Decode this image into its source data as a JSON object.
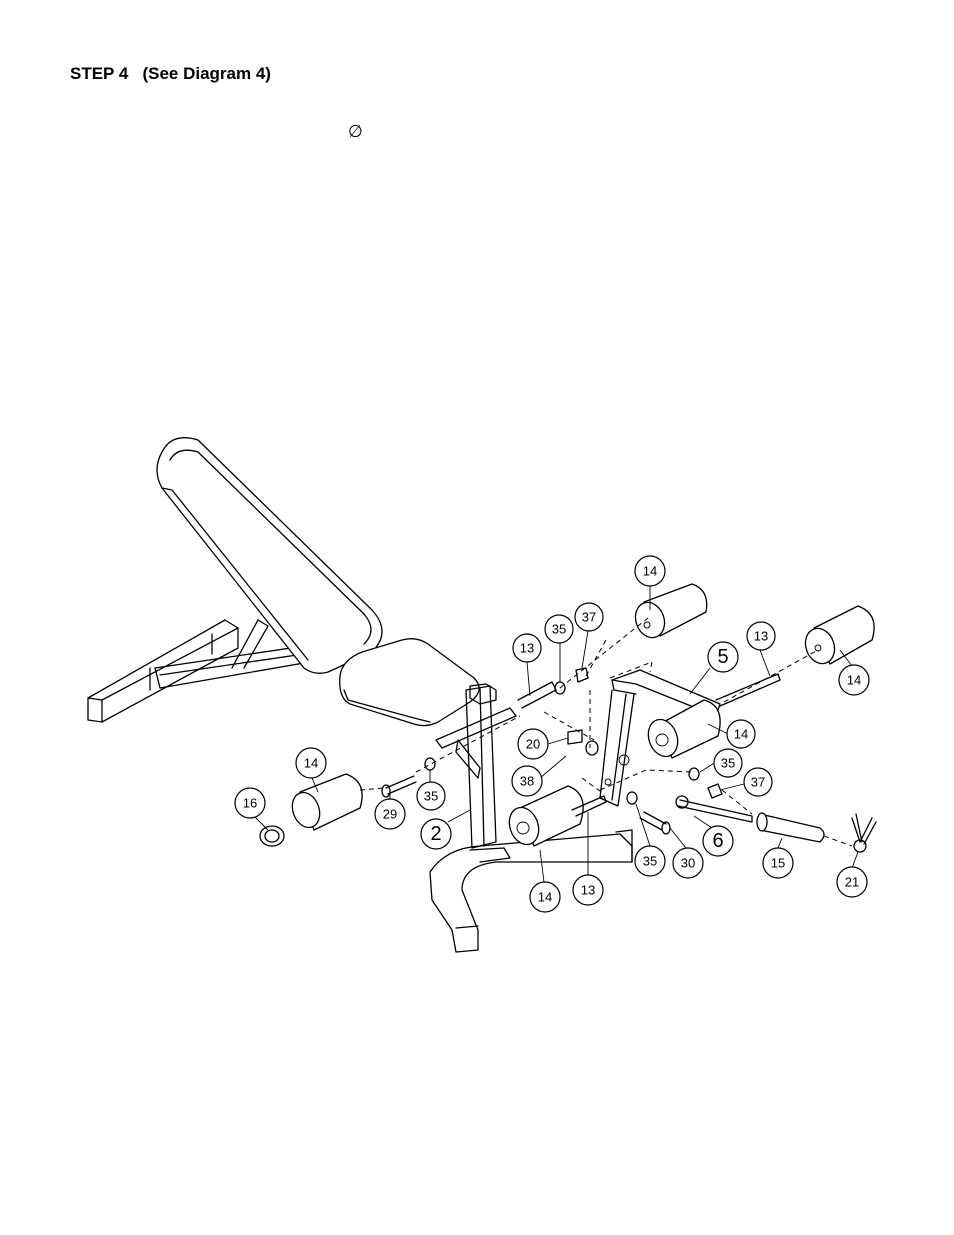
{
  "step_heading": "STEP 4   (See Diagram 4)",
  "diameter_symbol": "∅",
  "callouts": {
    "c14a": "14",
    "c35a": "35",
    "c37a": "37",
    "c13a": "13",
    "c5": "5",
    "c13b": "13",
    "c14b": "14",
    "c20": "20",
    "c14c": "14",
    "c14d": "14",
    "c35b": "35",
    "c37b": "37",
    "c16": "16",
    "c29": "29",
    "c35c": "35",
    "c38": "38",
    "c2": "2",
    "c6": "6",
    "c15": "15",
    "c35d": "35",
    "c30": "30",
    "c21": "21",
    "c14e": "14",
    "c13c": "13"
  }
}
